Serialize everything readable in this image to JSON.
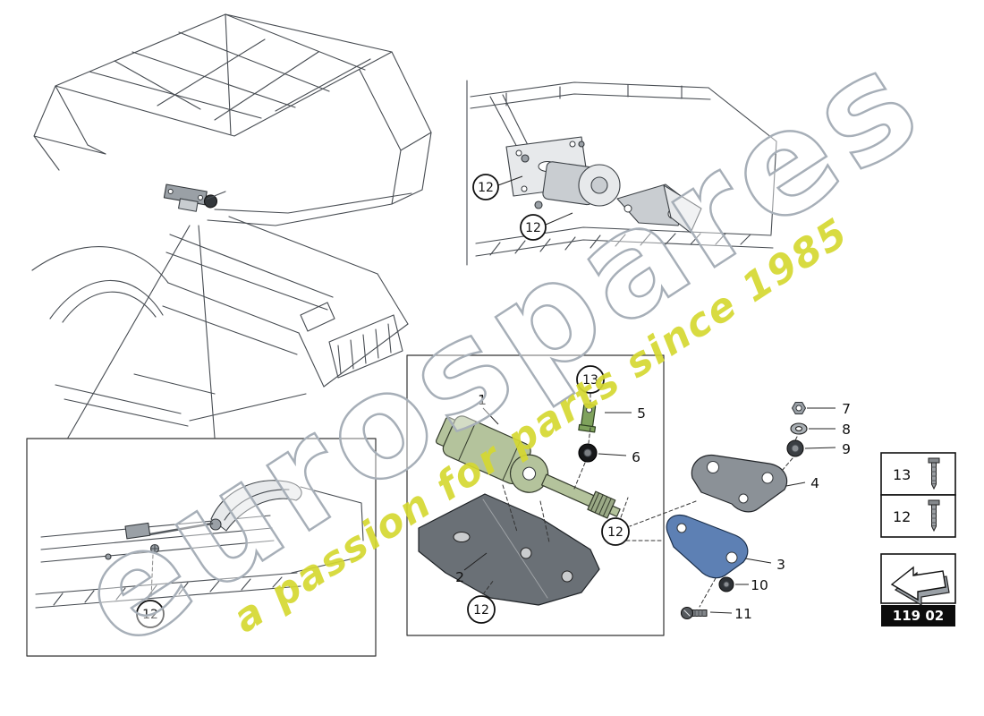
{
  "watermark": {
    "brand": "eurospares",
    "tagline": "a passion for parts since 1985"
  },
  "diagram": {
    "part_code": "119 02",
    "callouts": {
      "c1": "1",
      "c2": "2",
      "c3": "3",
      "c4": "4",
      "c5": "5",
      "c6": "6",
      "c7": "7",
      "c8": "8",
      "c9": "9",
      "c10": "10",
      "c11": "11",
      "c12": "12",
      "c13": "13"
    },
    "legend": [
      {
        "label": "13"
      },
      {
        "label": "12"
      }
    ],
    "colors": {
      "motor_green": "#b4c39c",
      "plate_dark": "#6a7076",
      "bracket_gray": "#8b9197",
      "bracket_blue": "#5d80b4",
      "watermark_yellow": "#d5d831",
      "watermark_outline": "#a7afb8"
    }
  }
}
